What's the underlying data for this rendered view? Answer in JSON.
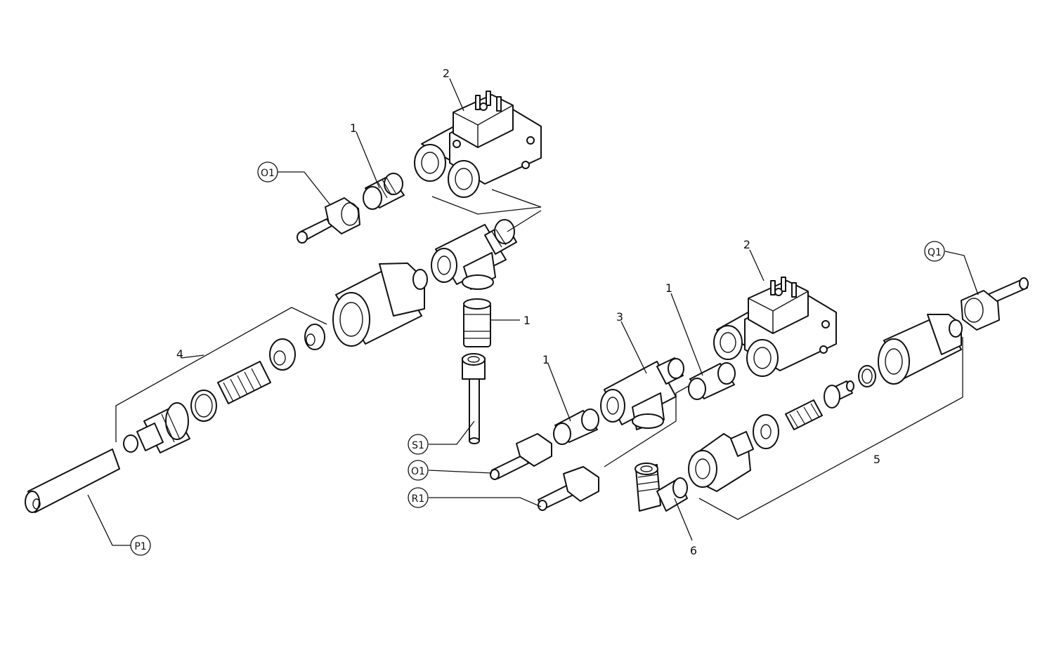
{
  "colors": {
    "line": "#111111",
    "background": "#ffffff"
  },
  "labels": {
    "sensor_top": "2",
    "adapter_top": "1",
    "nut_o1_top": "O1",
    "valve_assembly_left": "4",
    "nipple_center": "1",
    "tube_s1": "S1",
    "nut_o1_center": "O1",
    "nut_r1": "R1",
    "tube_p1": "P1",
    "adapter_center": "1",
    "tee_fitting": "3",
    "adapter_right": "1",
    "sensor_right": "2",
    "nut_q1": "Q1",
    "valve_assembly_right": "5",
    "elbow_fitting": "6"
  }
}
